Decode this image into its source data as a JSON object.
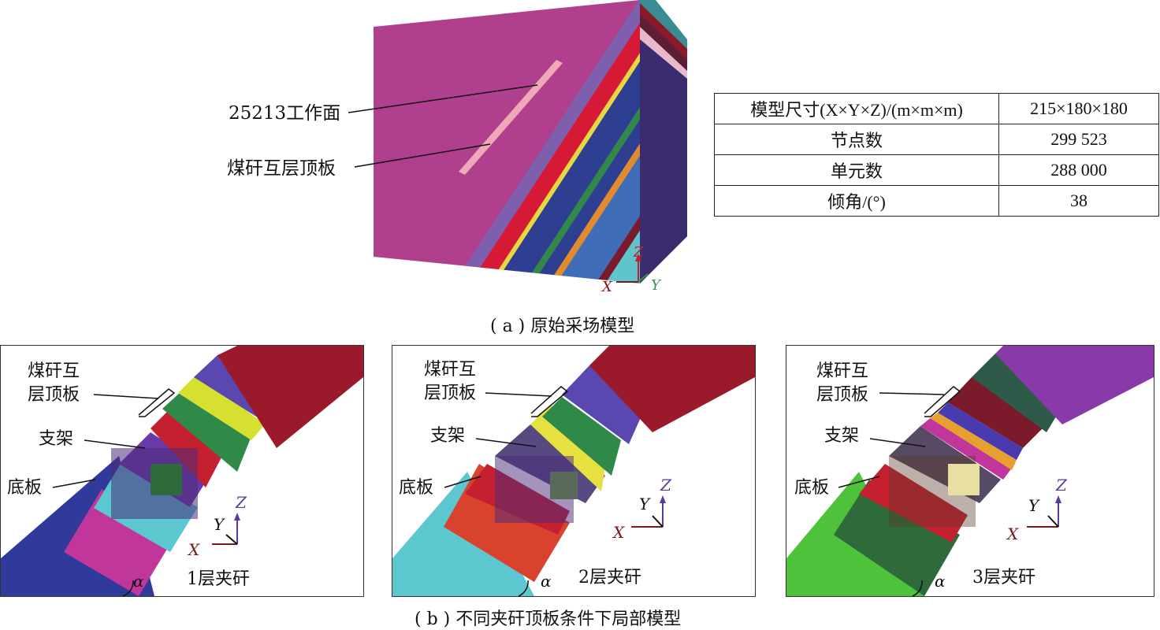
{
  "figure_a": {
    "labels": {
      "workface": "25213工作面",
      "roof": "煤矸互层顶板"
    },
    "axes": {
      "x": "X",
      "y": "Y",
      "z": "Z"
    },
    "caption": "( a ) 原始采场模型",
    "table": [
      {
        "key": "模型尺寸(X×Y×Z)/(m×m×m)",
        "value": "215×180×180"
      },
      {
        "key": "节点数",
        "value": "299 523"
      },
      {
        "key": "单元数",
        "value": "288 000"
      },
      {
        "key": "倾角/(°)",
        "value": "38"
      }
    ]
  },
  "figure_b": {
    "caption": "( b ) 不同夹矸顶板条件下局部模型",
    "panels": [
      {
        "roof_label_1": "煤矸互",
        "roof_label_2": "层顶板",
        "support": "支架",
        "floor": "底板",
        "layer": "1层夹矸",
        "alpha": "α",
        "x": "X",
        "y": "Y",
        "z": "Z"
      },
      {
        "roof_label_1": "煤矸互",
        "roof_label_2": "层顶板",
        "support": "支架",
        "floor": "底板",
        "layer": "2层夹矸",
        "alpha": "α",
        "x": "X",
        "y": "Y",
        "z": "Z"
      },
      {
        "roof_label_1": "煤矸互",
        "roof_label_2": "层顶板",
        "support": "支架",
        "floor": "底板",
        "layer": "3层夹矸",
        "alpha": "α",
        "x": "X",
        "y": "Y",
        "z": "Z"
      }
    ]
  }
}
